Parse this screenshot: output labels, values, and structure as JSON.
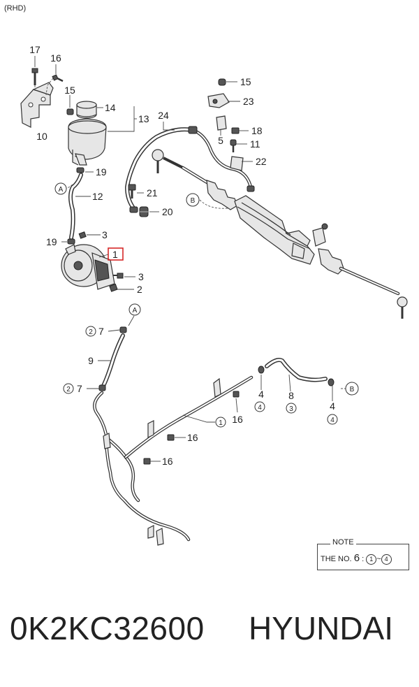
{
  "header": {
    "variant": "(RHD)"
  },
  "callouts": {
    "c1": "1",
    "c2": "2",
    "c3": "3",
    "c5": "5",
    "c7": "7",
    "c8": "8",
    "c9": "9",
    "c10": "10",
    "c11": "11",
    "c12": "12",
    "c13": "13",
    "c14": "14",
    "c15": "15",
    "c16": "16",
    "c17": "17",
    "c18": "18",
    "c19": "19",
    "c20": "20",
    "c21": "21",
    "c22": "22",
    "c23": "23",
    "c24": "24",
    "c4": "4"
  },
  "markers": {
    "a": "A",
    "b": "B"
  },
  "circled": {
    "n1": "1",
    "n2": "2",
    "n3": "3",
    "n4": "4"
  },
  "note": {
    "title": "NOTE",
    "prefix": "THE NO.",
    "number": "6",
    "separator": ":",
    "range_start": "1",
    "tilde": "~",
    "range_end": "4"
  },
  "footer": {
    "part_number": "0K2KC32600",
    "brand": "HYUNDAI"
  },
  "colors": {
    "highlight": "#d62828",
    "line": "#333333"
  }
}
